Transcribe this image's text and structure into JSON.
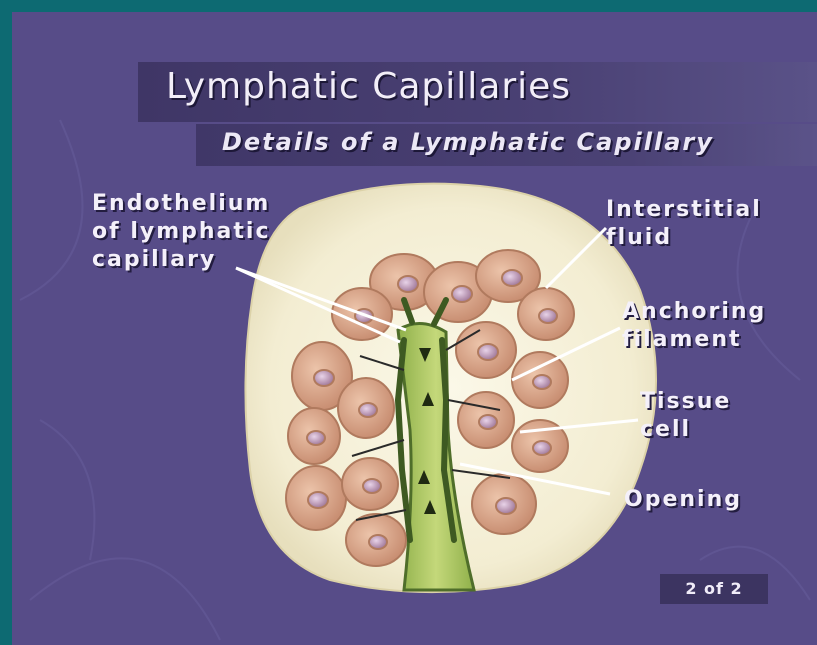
{
  "slide": {
    "title": "Lymphatic Capillaries",
    "subtitle": "Details of a Lymphatic Capillary",
    "page_indicator": "2 of 2"
  },
  "labels": {
    "endothelium": [
      "Endothelium",
      "of lymphatic",
      "capillary"
    ],
    "interstitial_fluid": [
      "Interstitial",
      "fluid"
    ],
    "anchoring_filament": [
      "Anchoring",
      "filament"
    ],
    "tissue_cell": [
      "Tissue",
      "cell"
    ],
    "opening": "Opening"
  },
  "colors": {
    "background": "#5a4f8a",
    "frame": "#0d6a72",
    "cell_fill": "#d9a98c",
    "capillary": "#b8cc6a",
    "plate": "#f6f1dc"
  }
}
